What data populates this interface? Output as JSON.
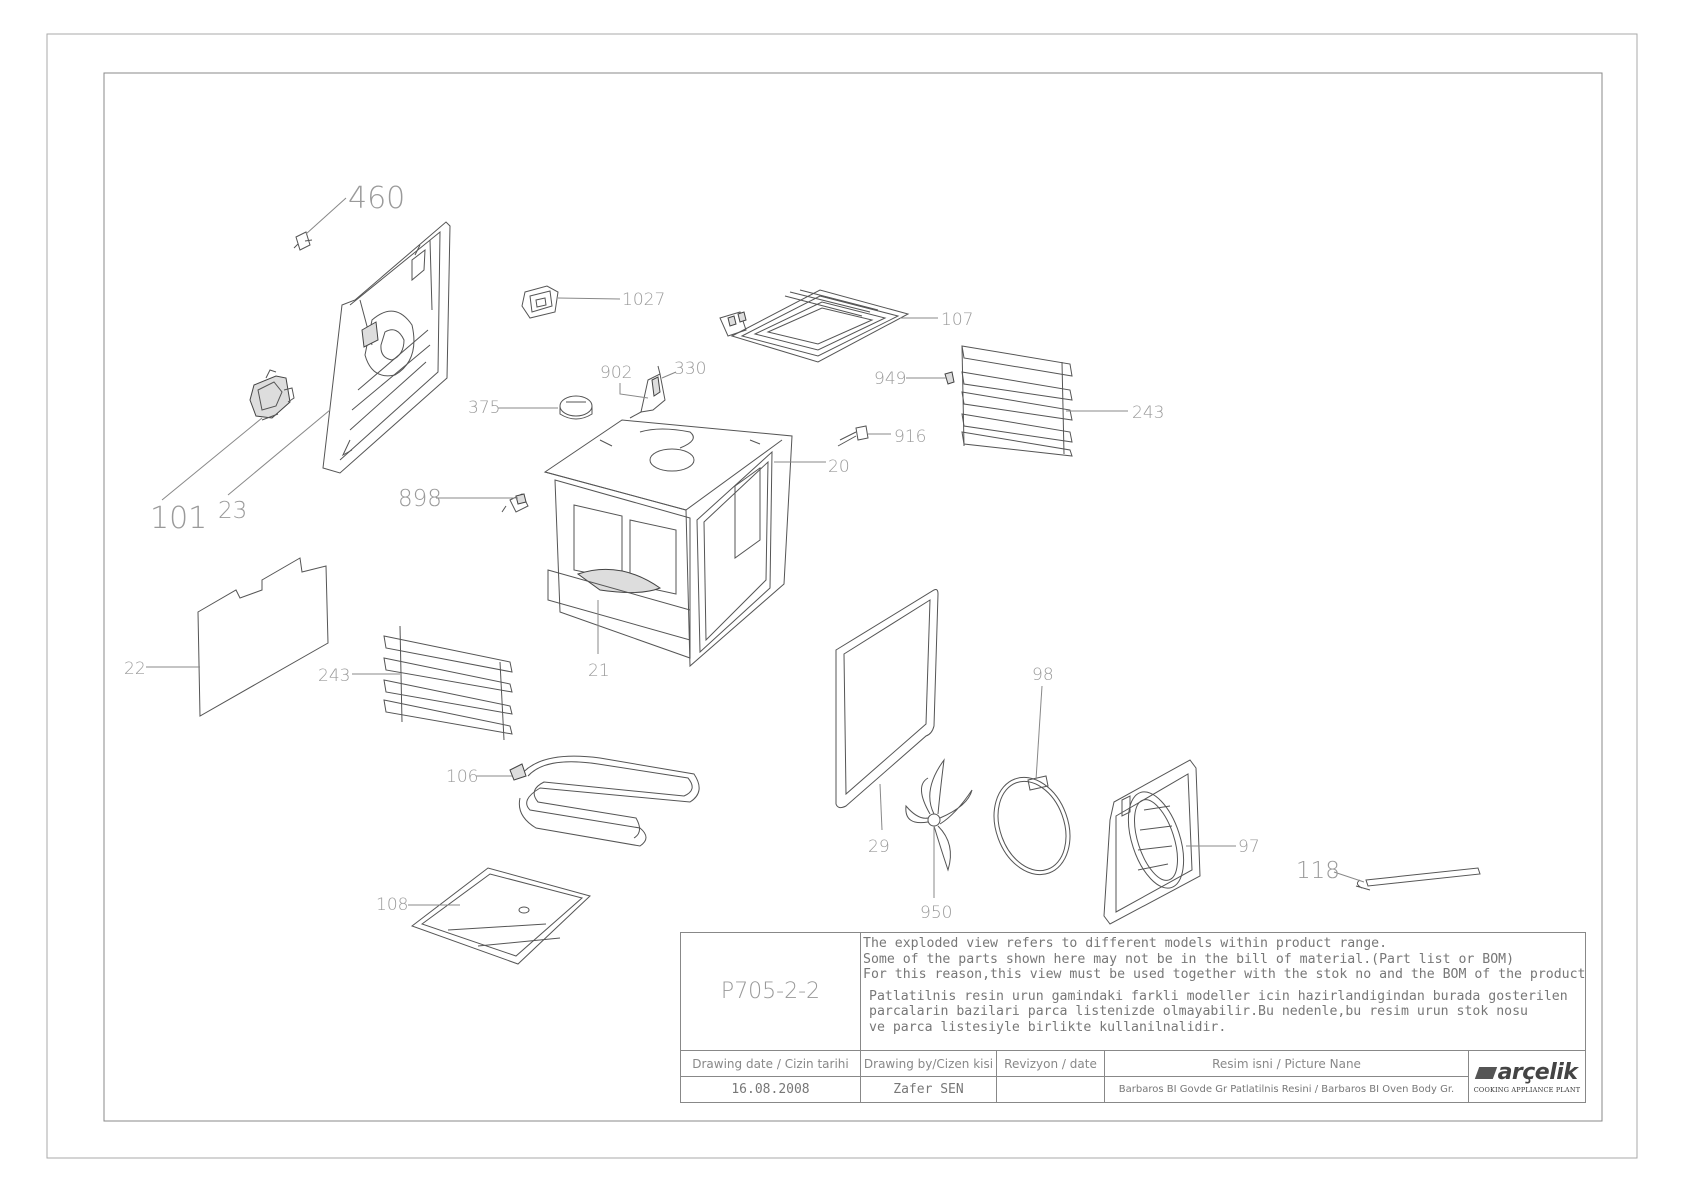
{
  "diagram": {
    "callouts": [
      {
        "id": "c460",
        "text": "460"
      },
      {
        "id": "c1027",
        "text": "1027"
      },
      {
        "id": "c107",
        "text": "107"
      },
      {
        "id": "c902",
        "text": "902"
      },
      {
        "id": "c330",
        "text": "330"
      },
      {
        "id": "c375",
        "text": "375"
      },
      {
        "id": "c949",
        "text": "949"
      },
      {
        "id": "c243a",
        "text": "243"
      },
      {
        "id": "c916",
        "text": "916"
      },
      {
        "id": "c20",
        "text": "20"
      },
      {
        "id": "c898",
        "text": "898"
      },
      {
        "id": "c101",
        "text": "101"
      },
      {
        "id": "c23",
        "text": "23"
      },
      {
        "id": "c22",
        "text": "22"
      },
      {
        "id": "c243b",
        "text": "243"
      },
      {
        "id": "c21",
        "text": "21"
      },
      {
        "id": "c98",
        "text": "98"
      },
      {
        "id": "c106",
        "text": "106"
      },
      {
        "id": "c29",
        "text": "29"
      },
      {
        "id": "c97",
        "text": "97"
      },
      {
        "id": "c118",
        "text": "118"
      },
      {
        "id": "c950",
        "text": "950"
      },
      {
        "id": "c108",
        "text": "108"
      }
    ]
  },
  "title_block": {
    "drawing_code": "P705-2-2",
    "notes_en": [
      "The exploded view refers to different models within product range.",
      "Some of the parts shown here may not be in the bill of material.(Part list or BOM)",
      "For this reason,this view must be used together with the stok no and the BOM of the product"
    ],
    "notes_tr": [
      "Patlatilnis resin urun gamindaki farkli modeller icin hazirlandigindan burada gosterilen",
      "parcalarin bazilari parca listenizde olmayabilir.Bu nedenle,bu resim urun stok nosu",
      "ve parca listesiyle birlikte kullanilnalidir."
    ],
    "headers": {
      "date": "Drawing date / Cizin tarihi",
      "author": "Drawing by/Cizen kisi",
      "revision": "Revizyon / date",
      "picture": "Resim isni / Picture Nane"
    },
    "values": {
      "date": "16.08.2008",
      "author": "Zafer SEN",
      "revision": "",
      "picture": "Barbaros BI  Govde Gr Patlatilnis Resini / Barbaros BI Oven Body Gr."
    },
    "logo": {
      "brand": "arçelik",
      "subtitle": "COOKING APPLIANCE PLANT"
    }
  }
}
